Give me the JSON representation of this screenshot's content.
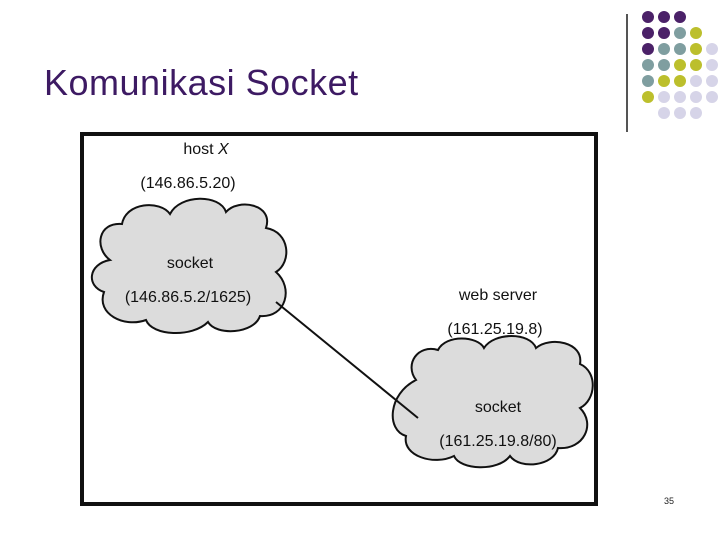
{
  "slide": {
    "title": "Komunikasi Socket",
    "page_number": "35"
  },
  "diagram": {
    "host": {
      "label_prefix": "host ",
      "label_name": "X",
      "ip": "(146.86.5.20)",
      "socket_label": "socket",
      "socket_address": "(146.86.5.2/1625)"
    },
    "server": {
      "label": "web server",
      "ip": "(161.25.19.8)",
      "socket_label": "socket",
      "socket_address": "(161.25.19.8/80)"
    }
  },
  "colors": {
    "title": "#3d1a63",
    "dot_purple": "#4b2168",
    "dot_teal": "#7f9ea0",
    "dot_yellow": "#bcbf2c",
    "dot_lavender": "#d6d4e8",
    "cloud_fill": "#dcdcdc"
  }
}
